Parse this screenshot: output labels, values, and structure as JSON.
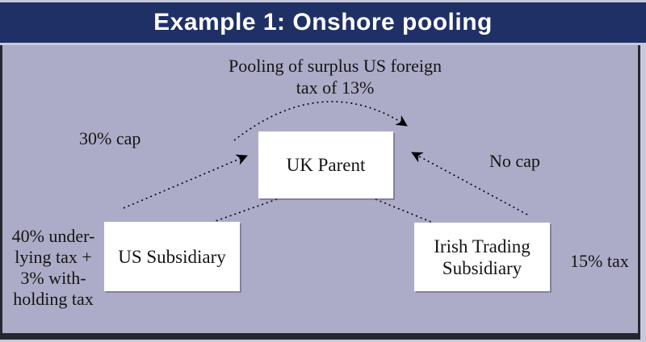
{
  "colors": {
    "header_bg": "#1f3066",
    "header_text": "#ffffff",
    "body_bg": "#acacc8",
    "frame_light": "#c9c9dc",
    "frame_dark": "#26262e",
    "box_bg": "#ffffff",
    "text": "#141414",
    "arrow": "#000000"
  },
  "header": {
    "title": "Example 1: Onshore pooling"
  },
  "nodes": {
    "uk_parent": {
      "label": "UK Parent"
    },
    "us_subsidiary": {
      "label": "US Subsidiary"
    },
    "irish_subsidiary": {
      "lines": [
        "Irish Trading",
        "Subsidiary"
      ]
    }
  },
  "annotations": {
    "pooling": {
      "lines": [
        "Pooling of surplus US foreign",
        "tax of 13%"
      ]
    },
    "us_cap": "30% cap",
    "irish_cap": "No cap",
    "us_tax": {
      "lines": [
        "40% under-",
        "lying tax +",
        "3% with-",
        "holding tax"
      ]
    },
    "irish_tax": "15% tax"
  }
}
